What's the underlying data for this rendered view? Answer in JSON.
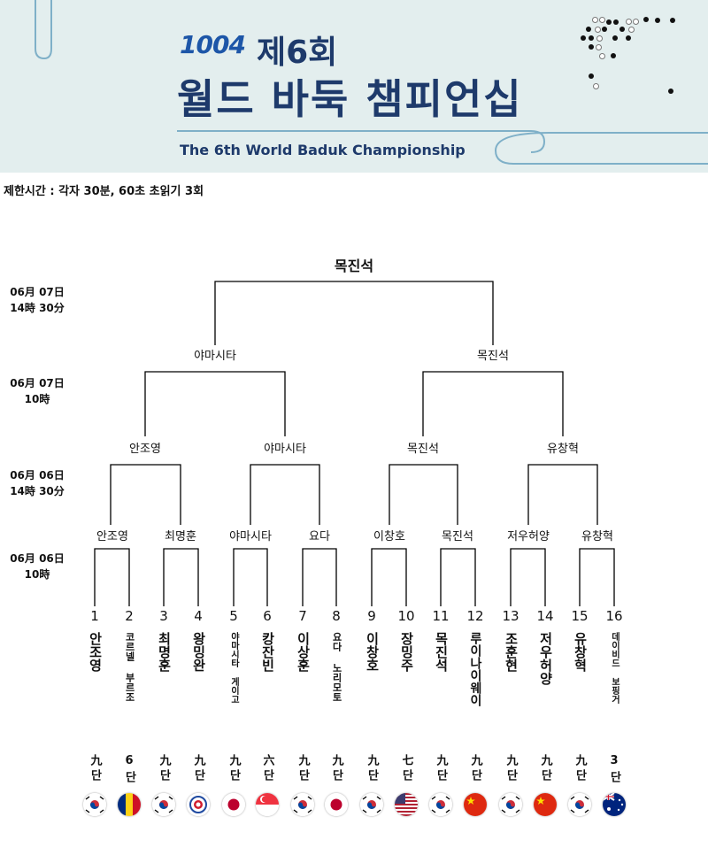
{
  "banner": {
    "sponsor": "1004",
    "edition": "제6회",
    "title_ko": "월드 바둑 챔피언십",
    "title_en": "The 6th World Baduk Championship"
  },
  "time_limit": "제한시간 : 각자 30분, 60초 초읽기 3회",
  "rounds": [
    {
      "date": "06月 07日",
      "time": "14時 30分"
    },
    {
      "date": "06月 07日",
      "time": "10時"
    },
    {
      "date": "06月 06日",
      "time": "14時 30分"
    },
    {
      "date": "06月 06日",
      "time": "10時"
    }
  ],
  "champion": "목진석",
  "final": [
    "야마시타",
    "목진석"
  ],
  "semifinal": [
    "안조영",
    "야마시타",
    "목진석",
    "유창혁"
  ],
  "quarterfinal": [
    "안조영",
    "최명훈",
    "야마시타",
    "요다",
    "이창호",
    "목진석",
    "저우허양",
    "유창혁"
  ],
  "players": [
    {
      "seed": "1",
      "name": "안조영",
      "rank": "九단",
      "flag": "korea"
    },
    {
      "seed": "2",
      "name": "코르넬 부르조",
      "rank": "6단",
      "flag": "romania"
    },
    {
      "seed": "3",
      "name": "최명훈",
      "rank": "九단",
      "flag": "korea"
    },
    {
      "seed": "4",
      "name": "왕밍완",
      "rank": "九단",
      "flag": "taipei"
    },
    {
      "seed": "5",
      "name": "야마시타 게이고",
      "rank": "九단",
      "flag": "japan"
    },
    {
      "seed": "6",
      "name": "캉잔빈",
      "rank": "六단",
      "flag": "singapore"
    },
    {
      "seed": "7",
      "name": "이상훈",
      "rank": "九단",
      "flag": "korea"
    },
    {
      "seed": "8",
      "name": "요다 노리모토",
      "rank": "九단",
      "flag": "japan"
    },
    {
      "seed": "9",
      "name": "이창호",
      "rank": "九단",
      "flag": "korea"
    },
    {
      "seed": "10",
      "name": "장밍주",
      "rank": "七단",
      "flag": "usa"
    },
    {
      "seed": "11",
      "name": "목진석",
      "rank": "九단",
      "flag": "korea"
    },
    {
      "seed": "12",
      "name": "루이나이웨이",
      "rank": "九단",
      "flag": "china"
    },
    {
      "seed": "13",
      "name": "조훈현",
      "rank": "九단",
      "flag": "korea"
    },
    {
      "seed": "14",
      "name": "저우허양",
      "rank": "九단",
      "flag": "china"
    },
    {
      "seed": "15",
      "name": "유창혁",
      "rank": "九단",
      "flag": "korea"
    },
    {
      "seed": "16",
      "name": "데이비드 보핑거",
      "rank": "3단",
      "flag": "australia"
    }
  ],
  "colors": {
    "banner_bg": "#e3eeee",
    "title": "#1e3a6b",
    "sponsor": "#1d56a8",
    "line": "#000000"
  }
}
